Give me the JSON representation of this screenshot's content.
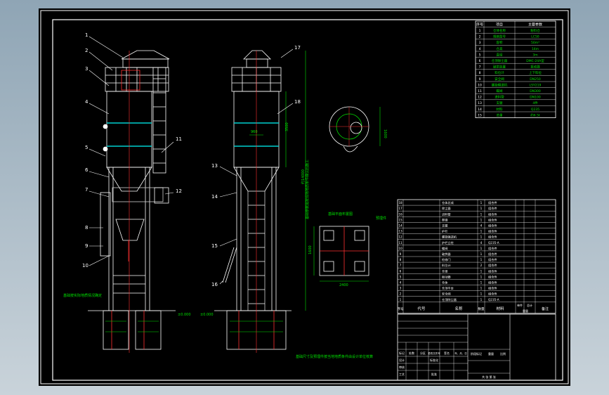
{
  "drawing": {
    "callouts_front": [
      "1",
      "2",
      "3",
      "4",
      "5",
      "6",
      "7",
      "8",
      "9",
      "10"
    ],
    "callouts_right_front": [
      "11",
      "12"
    ],
    "callouts_side": [
      "17",
      "18",
      "13",
      "14",
      "15",
      "16"
    ],
    "ground_elevation": "±0.000",
    "side_dim_top": "3500",
    "side_dim_total": "约14000",
    "plan_dim_width": "2400",
    "plan_dim_height": "1600",
    "plan_dim_side": "1600",
    "top_dim": "960",
    "notes": {
      "foundation_left": "基础按实际地质情况确定",
      "side_vertical": "基础参数需按现场地质条件确认后施工",
      "bottom": "基础尺寸及预埋件按当地地质条件由设计单位核算",
      "plan_title": "基础平面布置图",
      "plan_label": "预埋件"
    }
  },
  "params_table": {
    "headers": [
      "序号",
      "项目",
      "主要参数"
    ],
    "rows": [
      [
        "1",
        "仓体名称",
        "粉料仓"
      ],
      [
        "2",
        "规格型号",
        "LC50"
      ],
      [
        "3",
        "容积",
        "50m³"
      ],
      [
        "4",
        "仓高",
        "14m"
      ],
      [
        "5",
        "直径",
        "3m"
      ],
      [
        "6",
        "仓顶除尘器",
        "DMC-24A型"
      ],
      [
        "7",
        "破拱装置",
        "振动器"
      ],
      [
        "8",
        "料位计",
        "上下料位"
      ],
      [
        "9",
        "安全阀",
        "DN250"
      ],
      [
        "10",
        "螺旋输送机",
        "LSY219"
      ],
      [
        "11",
        "蝶阀",
        "DN300"
      ],
      [
        "12",
        "进料管",
        "DN100"
      ],
      [
        "13",
        "支腿",
        "4件"
      ],
      [
        "14",
        "材料",
        "Q235"
      ],
      [
        "15",
        "总重",
        "约6.5t"
      ]
    ]
  },
  "parts_list": {
    "rows": [
      [
        "18",
        "仓体总成",
        "1",
        "组合件"
      ],
      [
        "17",
        "除尘器",
        "1",
        "组合件"
      ],
      [
        "16",
        "进料管",
        "1",
        "组合件"
      ],
      [
        "15",
        "爬梯",
        "1",
        "组合件"
      ],
      [
        "14",
        "支腿",
        "4",
        "组合件"
      ],
      [
        "13",
        "护栏",
        "1",
        "组合件"
      ],
      [
        "12",
        "螺旋输送机",
        "1",
        "组合件"
      ],
      [
        "11",
        "护栏立柱",
        "4",
        "Q235-A"
      ],
      [
        "10",
        "蝶阀",
        "1",
        "组合件"
      ],
      [
        "9",
        "破拱器",
        "1",
        "组合件"
      ],
      [
        "8",
        "检修门",
        "1",
        "组合件"
      ],
      [
        "7",
        "料位计",
        "2",
        "组合件"
      ],
      [
        "6",
        "仓锥",
        "1",
        "组合件"
      ],
      [
        "5",
        "振动器",
        "1",
        "组合件"
      ],
      [
        "4",
        "仓体",
        "1",
        "组合件"
      ],
      [
        "3",
        "仓顶平台",
        "1",
        "组合件"
      ],
      [
        "2",
        "安全阀",
        "1",
        "组合件"
      ],
      [
        "1",
        "仓顶除尘器",
        "1",
        "Q235-A"
      ]
    ],
    "header": {
      "seq": "序号",
      "code": "代号",
      "name": "名称",
      "qty": "数量",
      "material": "材料",
      "unit_weight": "单件",
      "total_weight": "总计",
      "weight": "重量",
      "remark": "备注"
    }
  },
  "title_block": {
    "mark": "标记",
    "count": "处数",
    "zone": "分区",
    "change_no": "更改文件号",
    "signature": "签名",
    "date": "年、月、日",
    "design": "设计",
    "standard": "标准化",
    "check": "审核",
    "process": "工艺",
    "approve": "批准",
    "stage_mark": "阶段标记",
    "weight": "重量",
    "scale": "比例",
    "sheets": "共 张 第 张"
  }
}
